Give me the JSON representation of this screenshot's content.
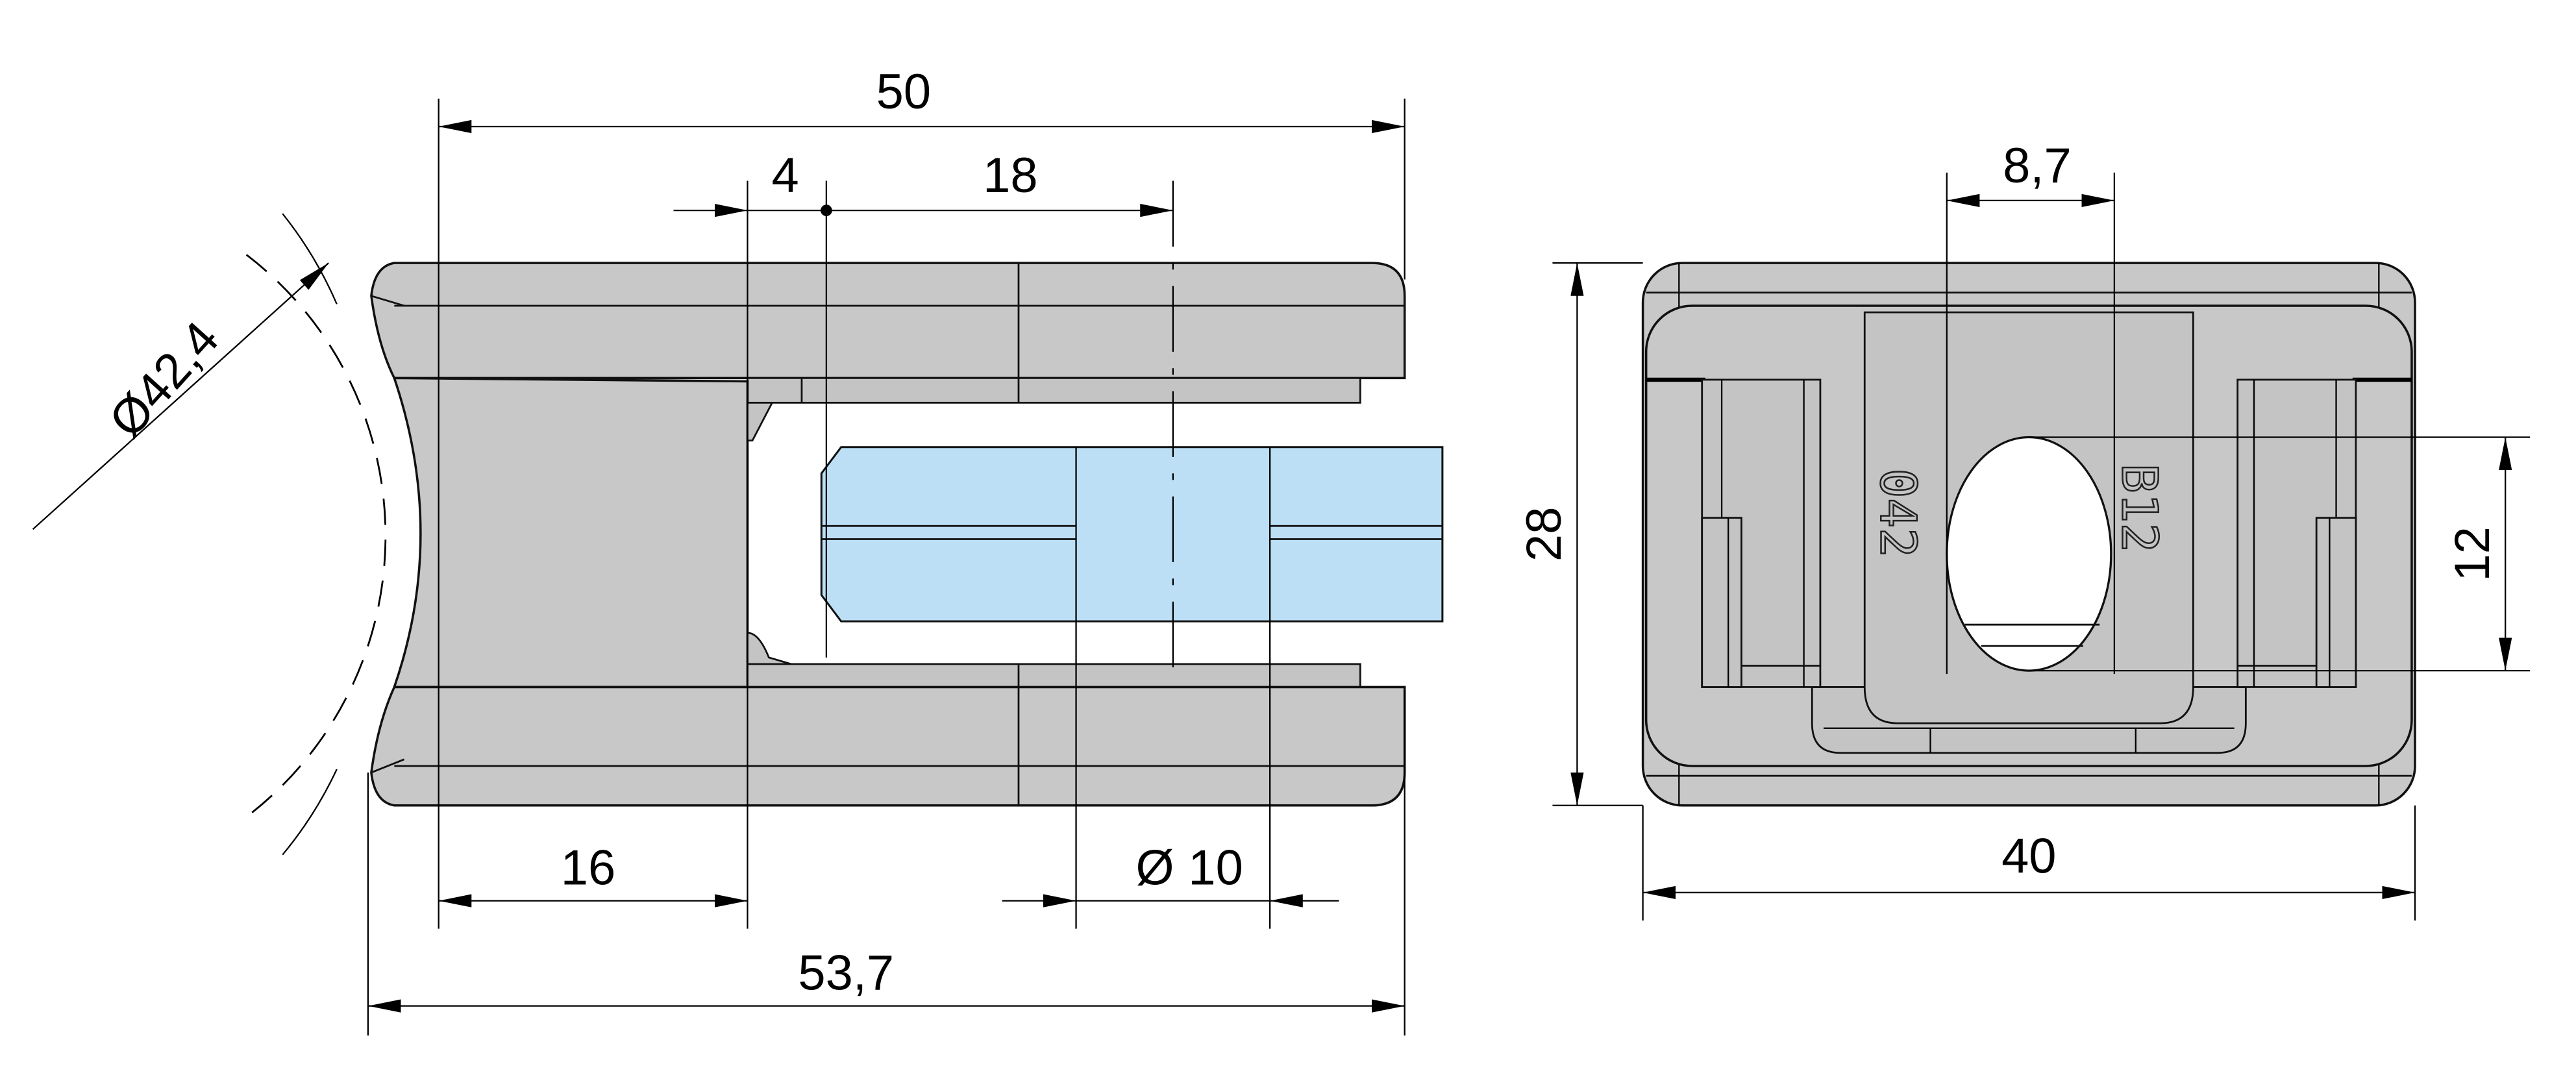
{
  "drawing": {
    "side_view": {
      "dimensions": {
        "overall_width": "50",
        "offset": "4",
        "hole_position": "18",
        "tube_diameter": "Ø42,4",
        "clamp_depth": "16",
        "hole_diameter_symbol": "Ø",
        "hole_diameter": "10",
        "total_length": "53,7"
      }
    },
    "front_view": {
      "dimensions": {
        "hole_width": "8,7",
        "height": "28",
        "hole_height": "12",
        "width": "40"
      },
      "engravings": {
        "right": "B12",
        "left": "042"
      }
    },
    "colors": {
      "metal": "#c8c8c8",
      "glass": "#bcdff5",
      "line": "#111111"
    }
  }
}
